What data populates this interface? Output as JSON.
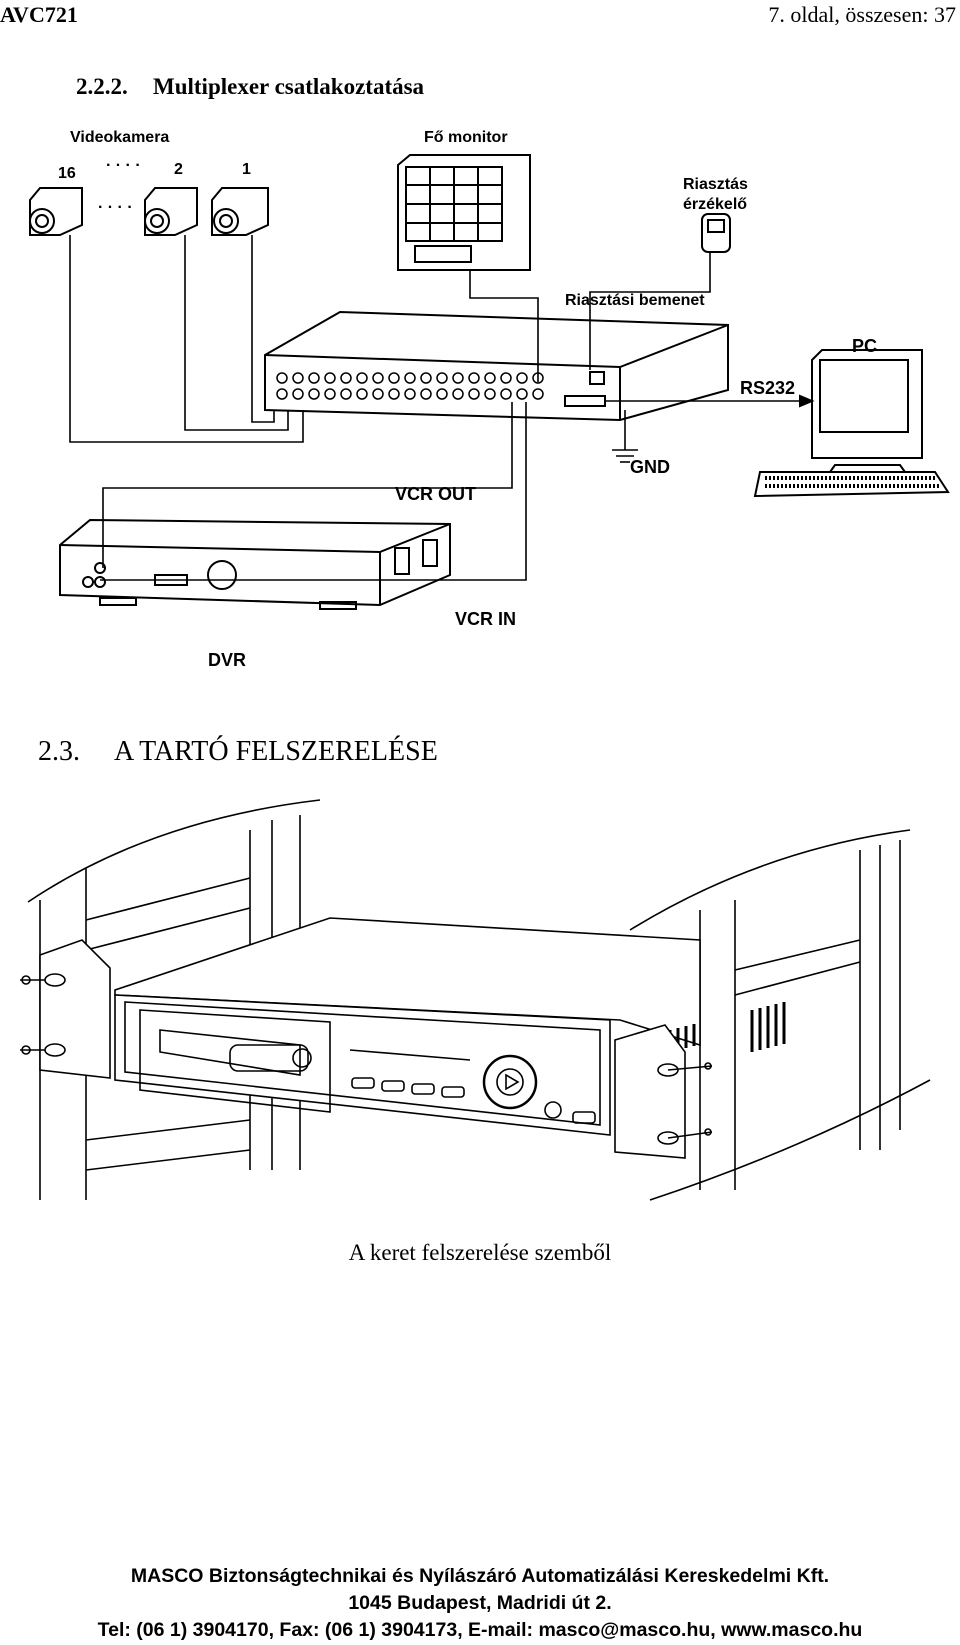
{
  "header": {
    "model": "AVC721",
    "page_info": "7. oldal, összesen: 37"
  },
  "subsection": {
    "number": "2.2.2.",
    "title": "Multiplexer csatlakoztatása"
  },
  "diagram1": {
    "camera_title": "Videokamera",
    "cam_num_16": "16",
    "cam_dots_top": "· · · ·",
    "cam_num_2": "2",
    "cam_num_1": "1",
    "cam_dots_bottom": "· · · ·",
    "main_monitor": "Fő monitor",
    "alarm_sensor_line1": "Riasztás",
    "alarm_sensor_line2": "érzékelő",
    "alarm_input": "Riasztási bemenet",
    "pc": "PC",
    "rs232": "RS232",
    "gnd": "GND",
    "vcr_out": "VCR OUT",
    "vcr_in": "VCR IN",
    "dvr": "DVR"
  },
  "section": {
    "number": "2.3.",
    "title": "A TARTÓ FELSZERELÉSE"
  },
  "caption": "A keret felszerelése szemből",
  "footer": {
    "line1": "MASCO Biztonságtechnikai és Nyílászáró Automatizálási Kereskedelmi Kft.",
    "line2": "1045 Budapest, Madridi út 2.",
    "line3": "Tel: (06 1) 3904170, Fax: (06 1) 3904173, E-mail: masco@masco.hu, www.masco.hu"
  }
}
